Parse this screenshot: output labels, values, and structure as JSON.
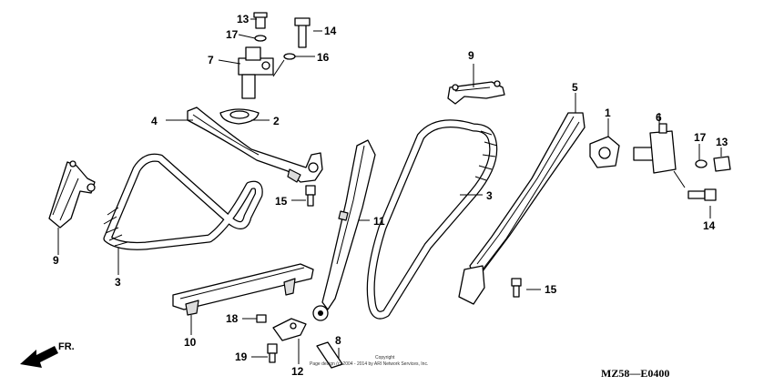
{
  "diagram": {
    "code": "MZ58—E0400",
    "copyright_line1": "Copyright",
    "copyright_line2": "Page design (c) 2004 - 2014 by ARI Network Services, Inc.",
    "front_marker": "FR.",
    "callouts": {
      "c1": "1",
      "c2": "2",
      "c3a": "3",
      "c3b": "3",
      "c4": "4",
      "c5": "5",
      "c6": "6",
      "c7": "7",
      "c8": "8",
      "c9a": "9",
      "c9b": "9",
      "c10": "10",
      "c11": "11",
      "c12": "12",
      "c13a": "13",
      "c13b": "13",
      "c14a": "14",
      "c14b": "14",
      "c15a": "15",
      "c15b": "15",
      "c16": "16",
      "c17a": "17",
      "c17b": "17",
      "c18": "18",
      "c19": "19"
    }
  }
}
